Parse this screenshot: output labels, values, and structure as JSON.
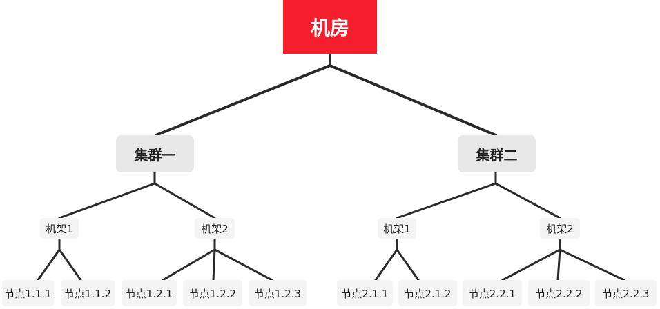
{
  "colors": {
    "root_bg": "#f41e2c",
    "root_text": "#ffffff",
    "cluster_bg": "#e8e8e8",
    "box_bg": "#f4f4f4",
    "text": "#222222",
    "line": "#2a2a2a"
  },
  "tree": {
    "root": {
      "label": "机房"
    },
    "clusters": [
      {
        "label": "集群一",
        "racks": [
          {
            "label": "机架1",
            "nodes": [
              "节点1.1.1",
              "节点1.1.2"
            ]
          },
          {
            "label": "机架2",
            "nodes": [
              "节点1.2.1",
              "节点1.2.2",
              "节点1.2.3"
            ]
          }
        ]
      },
      {
        "label": "集群二",
        "racks": [
          {
            "label": "机架1",
            "nodes": [
              "节点2.1.1",
              "节点2.1.2"
            ]
          },
          {
            "label": "机架2",
            "nodes": [
              "节点2.2.1",
              "节点2.2.2",
              "节点2.2.3"
            ]
          }
        ]
      }
    ]
  }
}
